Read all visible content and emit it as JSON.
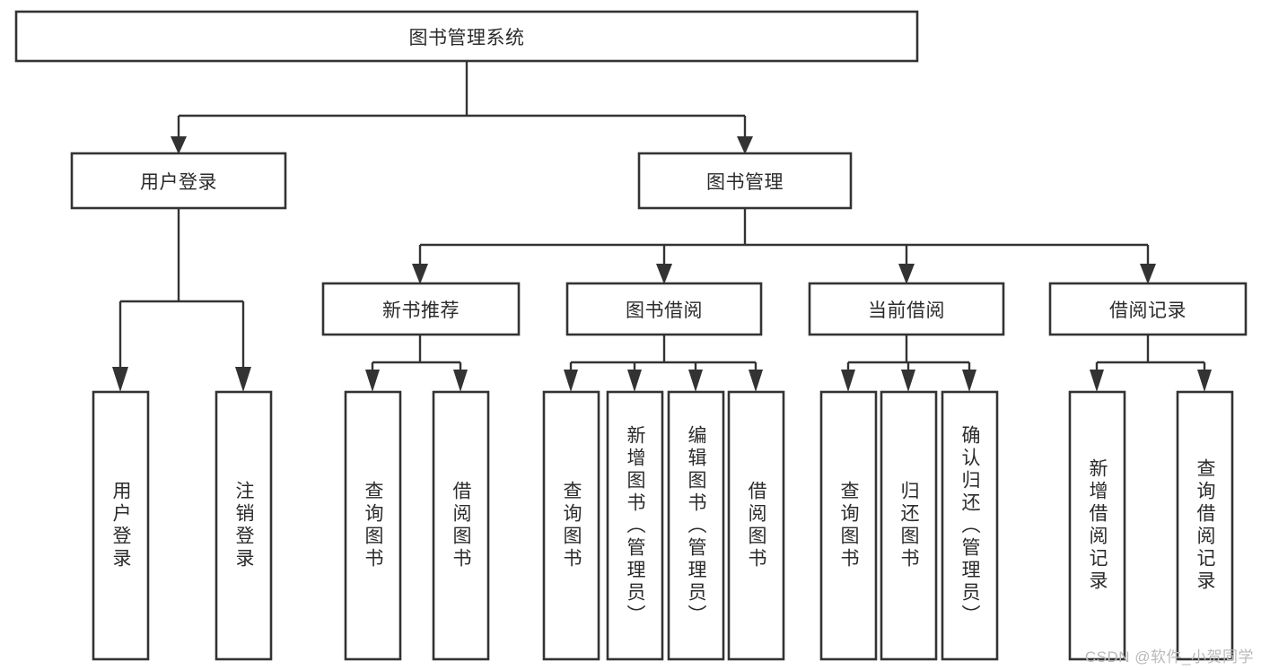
{
  "diagram": {
    "title": "图书管理系统",
    "watermark": "CSDN @软件_小贺同学",
    "accent_color": "#333333",
    "background_color": "#ffffff",
    "box_fill": "#ffffff",
    "text_color": "#2b2b2b",
    "root": {
      "label": "图书管理系统"
    },
    "level2": [
      {
        "label": "用户登录"
      },
      {
        "label": "图书管理"
      }
    ],
    "level3": [
      {
        "label": "新书推荐"
      },
      {
        "label": "图书借阅"
      },
      {
        "label": "当前借阅"
      },
      {
        "label": "借阅记录"
      }
    ],
    "leaves": [
      {
        "label": "用户登录",
        "parent": "用户登录"
      },
      {
        "label": "注销登录",
        "parent": "用户登录"
      },
      {
        "label": "查询图书",
        "parent": "新书推荐"
      },
      {
        "label": "借阅图书",
        "parent": "新书推荐"
      },
      {
        "label": "查询图书",
        "parent": "图书借阅"
      },
      {
        "label": "新增图书（管理员）",
        "parent": "图书借阅"
      },
      {
        "label": "编辑图书（管理员）",
        "parent": "图书借阅"
      },
      {
        "label": "借阅图书",
        "parent": "图书借阅"
      },
      {
        "label": "查询图书",
        "parent": "当前借阅"
      },
      {
        "label": "归还图书",
        "parent": "当前借阅"
      },
      {
        "label": "确认归还（管理员）",
        "parent": "当前借阅"
      },
      {
        "label": "新增借阅记录",
        "parent": "借阅记录"
      },
      {
        "label": "查询借阅记录",
        "parent": "借阅记录"
      }
    ]
  }
}
